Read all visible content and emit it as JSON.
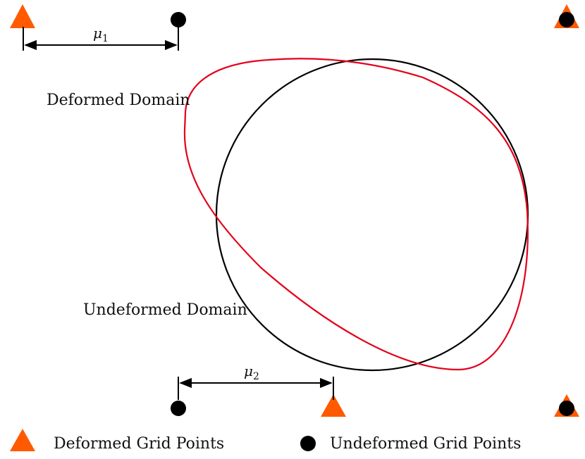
{
  "labels": {
    "deformed_domain": "Deformed Domain",
    "undeformed_domain": "Undeformed Domain"
  },
  "mu1": {
    "symbol": "μ",
    "subscript": "1"
  },
  "mu2": {
    "symbol": "μ",
    "subscript": "2"
  },
  "legend": {
    "deformed": "Deformed Grid Points",
    "undeformed": "Undeformed Grid Points"
  },
  "colors": {
    "deformed": "#ff5a00",
    "deformed_curve": "#e3001b",
    "undeformed": "#000000"
  }
}
